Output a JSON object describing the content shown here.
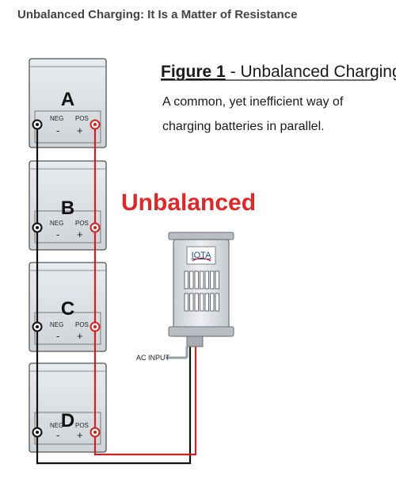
{
  "headline": "Unbalanced Charging: It Is a Matter of Resistance",
  "figure": {
    "title_bold": "Figure 1",
    "title_rest": "- Unbalanced Charging",
    "desc_line1": "A common, yet inefficient way of",
    "desc_line2": "charging batteries in parallel."
  },
  "status_label": "Unbalanced",
  "batteries": [
    {
      "letter": "A",
      "neg": "NEG",
      "pos": "POS",
      "minus": "-",
      "plus": "+"
    },
    {
      "letter": "B",
      "neg": "NEG",
      "pos": "POS",
      "minus": "-",
      "plus": "+"
    },
    {
      "letter": "C",
      "neg": "NEG",
      "pos": "POS",
      "minus": "-",
      "plus": "+"
    },
    {
      "letter": "D",
      "neg": "NEG",
      "pos": "POS",
      "minus": "-",
      "plus": "+"
    }
  ],
  "charger": {
    "brand": "IOTA"
  },
  "ac_input_label": "AC INPUT",
  "colors": {
    "positive_wire": "#d42020",
    "negative_wire": "#111111",
    "status_label": "#e02828"
  }
}
